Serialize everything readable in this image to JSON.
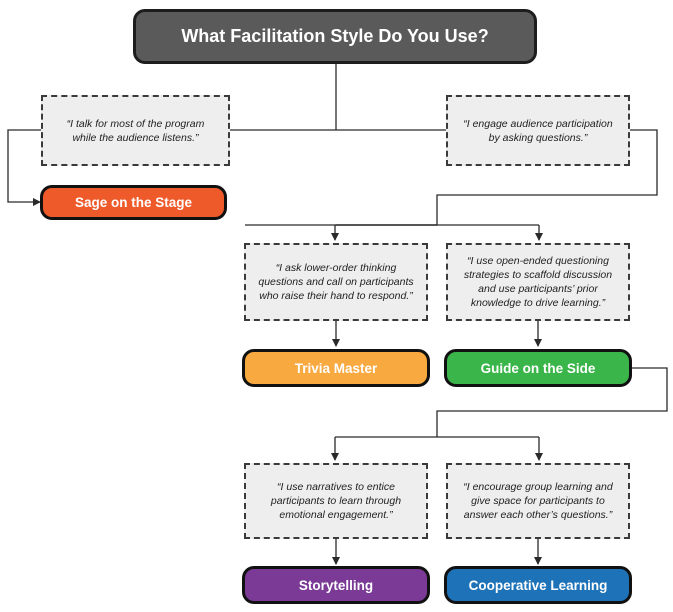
{
  "title": "What Facilitation Style Do You Use?",
  "quotes": {
    "sage": "“I talk for most of the program\nwhile the audience listens.”",
    "engage": "“I engage audience participation\nby asking questions.”",
    "trivia": "“I ask lower-order thinking\nquestions and call on participants\nwho raise their hand to respond.”",
    "guide": "“I use open-ended questioning\nstrategies to scaffold discussion\nand use participants’ prior\nknowledge to drive learning.”",
    "story": "“I use narratives to entice\nparticipants to learn through\nemotional engagement.”",
    "coop": "“I encourage group learning and\ngive space for participants to\nanswer each other’s questions.”"
  },
  "styles": {
    "sage": "Sage on the Stage",
    "trivia": "Trivia Master",
    "guide": "Guide on the Side",
    "story": "Storytelling",
    "coop": "Cooperative Learning"
  },
  "colors": {
    "title_bg": "#5a5a5a",
    "sage": "#ef5a2a",
    "trivia": "#f8a940",
    "guide": "#3ab54a",
    "story": "#7a3a96",
    "coop": "#1e73b8",
    "line": "#2a2a2a"
  }
}
